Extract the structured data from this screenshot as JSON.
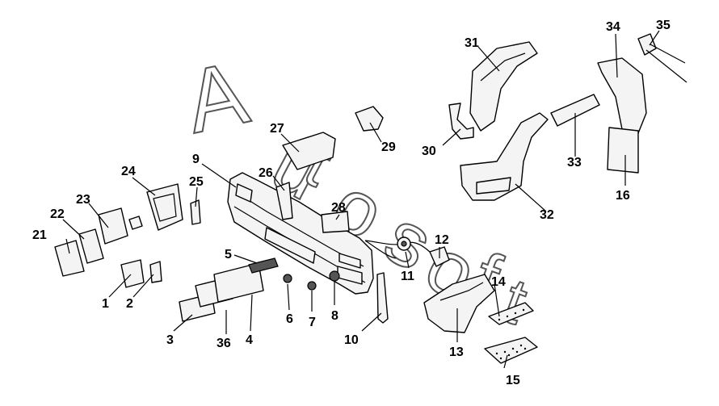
{
  "watermark": "Autosoft",
  "callouts": [
    "1",
    "2",
    "3",
    "4",
    "5",
    "6",
    "7",
    "8",
    "9",
    "10",
    "11",
    "12",
    "13",
    "14",
    "15",
    "16",
    "21",
    "22",
    "23",
    "24",
    "25",
    "26",
    "27",
    "28",
    "29",
    "30",
    "31",
    "32",
    "33",
    "34",
    "35",
    "36"
  ]
}
